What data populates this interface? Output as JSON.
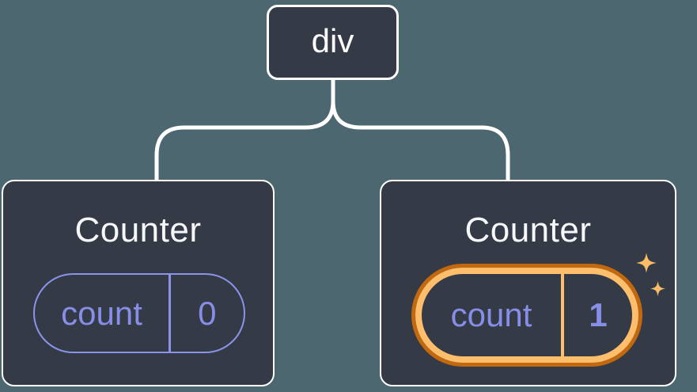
{
  "diagram": {
    "description": "React component tree diagram: a div root element with two Counter children; the second Counter's state is highlighted",
    "root_node": {
      "label": "div"
    },
    "counters": [
      {
        "title": "Counter",
        "state_label": "count",
        "state_value": "0",
        "highlighted": false
      },
      {
        "title": "Counter",
        "state_label": "count",
        "state_value": "1",
        "highlighted": true
      }
    ],
    "icons": [
      {
        "name": "sparkle-icon-large"
      },
      {
        "name": "sparkle-icon-small"
      }
    ],
    "colors": {
      "background": "#4C6770",
      "node_fill": "#343A46",
      "node_border": "#FFFFFF",
      "title_text": "#F6F7F9",
      "state_purple": "#8B93EB",
      "state_text_purple": "#878EE7",
      "highlight_ring_dark": "#C2690F",
      "highlight_ring_light": "#FFBE6B",
      "sparkle": "#FBBD67"
    }
  }
}
